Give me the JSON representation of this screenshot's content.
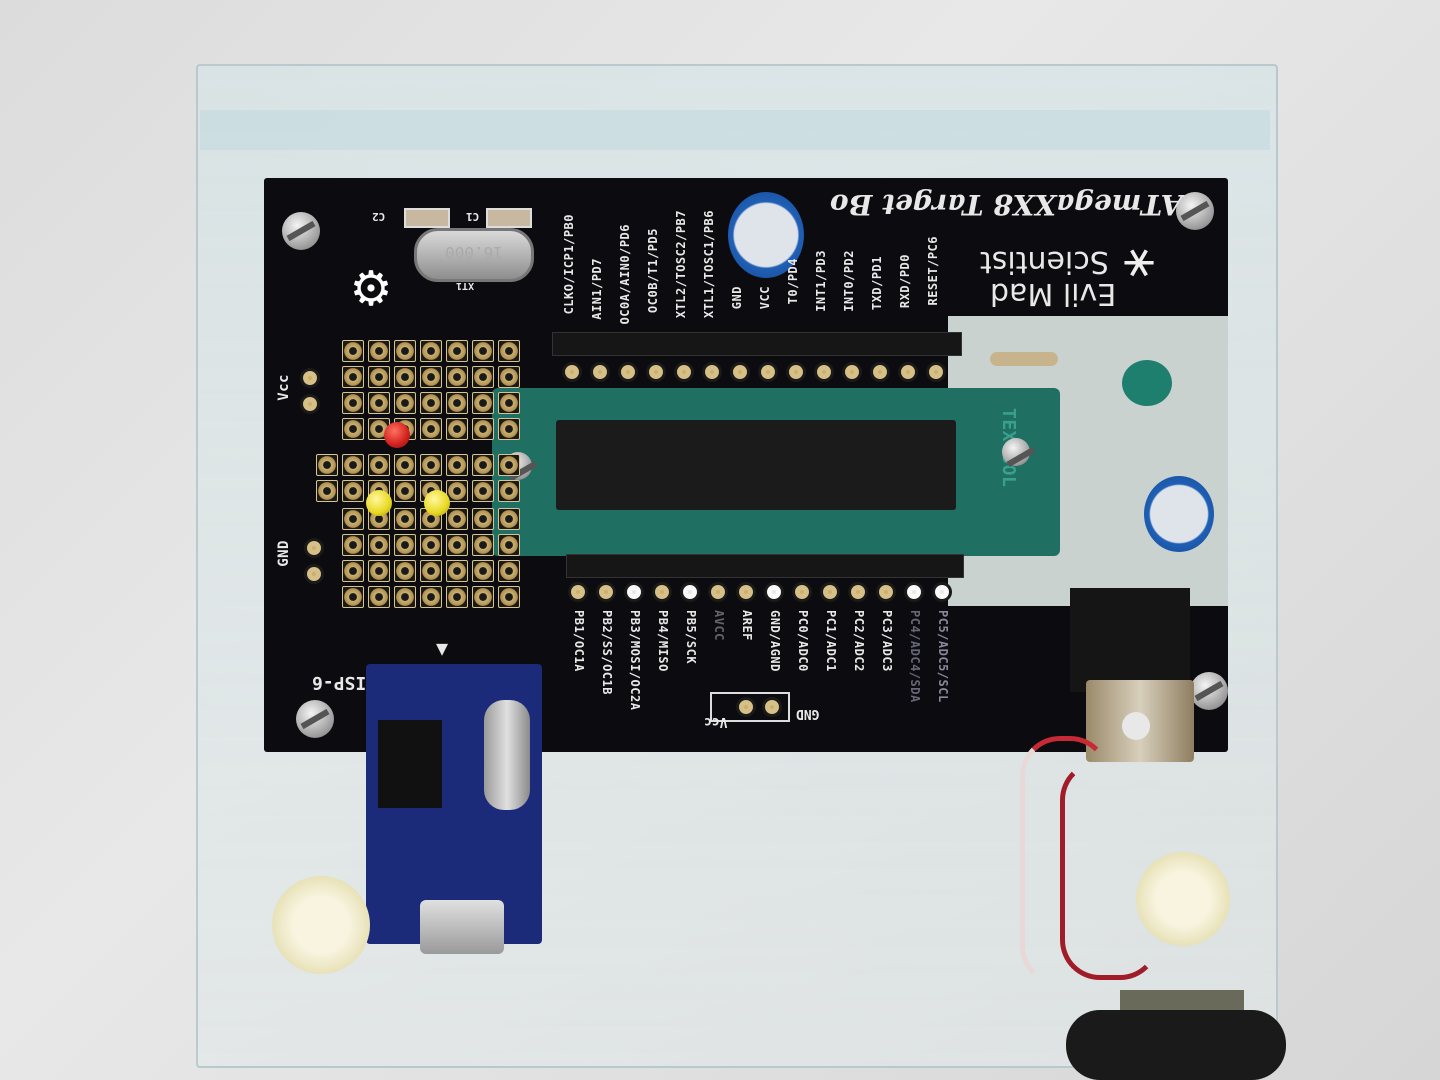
{
  "scene": "Photograph of an Evil Mad Scientist ATmegaxx8 Target Board mounted on clear acrylic",
  "board": {
    "title": "ATmegaXX8 Target Bo",
    "brand_line1": "Evil Mad",
    "brand_line2": "Scientist",
    "zif_label": "TEXTOOL",
    "crystal_value": "16.000",
    "crystal_ref": "XT1",
    "cap_refs": [
      "C2",
      "C1"
    ],
    "isp_label": "ISP-6",
    "left_header_labels": [
      "Vcc",
      "GND"
    ],
    "bottom_jumper_labels": [
      "Vcc",
      "GND"
    ],
    "top_pin_labels": [
      "CLKO/ICP1/PB0",
      "AIN1/PD7",
      "OC0A/AIN0/PD6",
      "OC0B/T1/PD5",
      "XTL2/TOSC2/PB7",
      "XTL1/TOSC1/PB6",
      "GND",
      "VCC",
      "T0/PD4",
      "INT1/PD3",
      "INT0/PD2",
      "TXD/PD1",
      "RXD/PD0",
      "RESET/PC6"
    ],
    "bottom_pin_labels": [
      "PB1/OC1A",
      "PB2/SS/OC1B",
      "PB3/MOSI/OC2A",
      "PB4/MISO",
      "PB5/SCK",
      "AVCC",
      "AREF",
      "GND/AGND",
      "PC0/ADC0",
      "PC1/ADC1",
      "PC2/ADC2",
      "PC3/ADC3",
      "PC4/ADC4/SDA",
      "PC5/ADC5/SCL"
    ]
  },
  "icons": {
    "oshw_logo": "⚙",
    "scientist_logo": "⚹",
    "isp_pin1_marker": "▼"
  },
  "colors": {
    "pcb": "#0c0c10",
    "zif_socket": "#1f6f62",
    "usb_module": "#1c2a7a",
    "pad_gold": "#c9b070",
    "led_red": "#d0201c",
    "led_yellow": "#e8d820",
    "cap_blue": "#1f5fb5"
  }
}
